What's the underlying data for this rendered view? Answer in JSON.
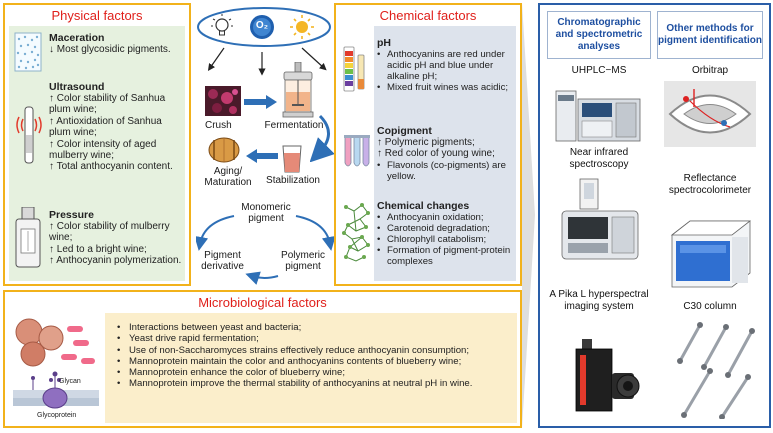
{
  "physical": {
    "title": "Physical factors",
    "maceration": {
      "head": "Maceration",
      "items": [
        "↓ Most glycosidic pigments."
      ]
    },
    "ultrasound": {
      "head": "Ultrasound",
      "items": [
        "↑ Color stability of Sanhua plum wine;",
        "↑ Antioxidation of Sanhua plum wine;",
        "↑ Color intensity of aged mulberry wine;",
        "↑ Total anthocyanin content."
      ]
    },
    "pressure": {
      "head": "Pressure",
      "items": [
        "↑ Color stability of mulberry wine;",
        "↑ Led to a bright wine;",
        "↑ Anthocyanin polymerization."
      ]
    }
  },
  "chemical": {
    "title": "Chemical factors",
    "ph": {
      "head": "pH",
      "items": [
        "Anthocyanins are red under acidic pH and blue under alkaline pH;",
        "Mixed fruit wines was acidic;"
      ]
    },
    "copigment": {
      "head": "Copigment",
      "items": [
        "↑ Polymeric pigments;",
        "↑ Red color of young wine;",
        "Flavonols (co-pigments) are yellow."
      ]
    },
    "changes": {
      "head": "Chemical changes",
      "items": [
        "Anthocyanin oxidation;",
        "Carotenoid degradation;",
        "Chlorophyll catabolism;",
        "Formation of pigment-protein complexes"
      ]
    }
  },
  "center": {
    "o2_label": "O₂",
    "crush": "Crush",
    "fermentation": "Fermentation",
    "aging": "Aging/ Maturation",
    "stabilization": "Stabilization",
    "monomeric": "Monomeric pigment",
    "derivative": "Pigment derivative",
    "polymeric": "Polymeric pigment"
  },
  "micro": {
    "title": "Microbiological factors",
    "glycan": "Glycan",
    "glycoprotein": "Glycoprotein",
    "items": [
      "Interactions between yeast and bacteria;",
      "Yeast drive rapid fermentation;",
      "Use of non-Saccharomyces strains effectively reduce anthocyanin consumption;",
      "Mannoprotein maintain the color and anthocyanins contents of blueberry wine;",
      "Mannoprotein enhance the color of blueberry wine;",
      "Mannoprotein improve the thermal stability of anthocyanins at neutral pH in wine."
    ]
  },
  "analysis": {
    "col1_head": "Chromatographic and spectrometric analyses",
    "col2_head": "Other methods for pigment identification",
    "uhplc": "UHPLC−MS",
    "orbitrap": "Orbitrap",
    "nir": "Near infrared spectroscopy",
    "reflectance": "Reflectance spectrocolorimeter",
    "pika": "A Pika L hyperspectral imaging system",
    "c30": "C30 column"
  },
  "colors": {
    "border_yellow": "#f2b21b",
    "title_red": "#e0201b",
    "blue": "#2e6fb6",
    "right_border": "#2a5ea8"
  }
}
